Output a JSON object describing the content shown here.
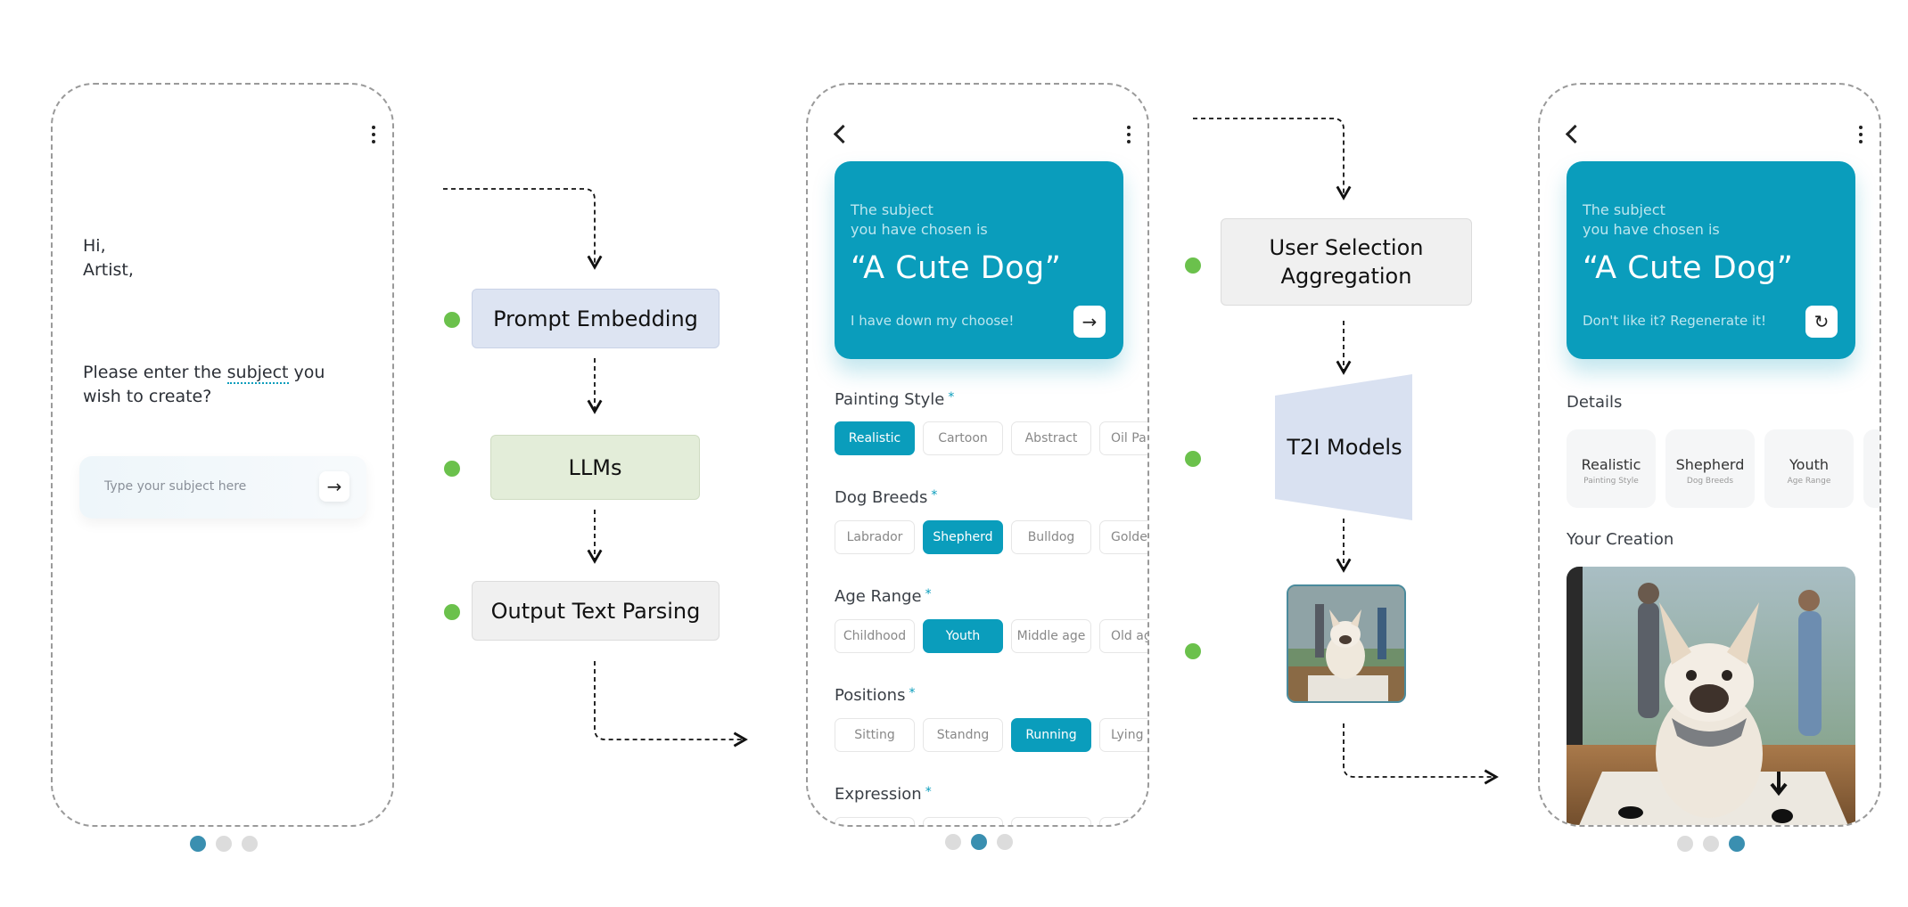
{
  "screen1": {
    "greeting_line1": "Hi,",
    "greeting_line2": "Artist,",
    "prompt_before": "Please enter the ",
    "prompt_keyword": "subject",
    "prompt_after": " you wish to create?",
    "input_placeholder": "Type your subject here",
    "send_icon": "→",
    "page_dots": 3,
    "active_dot": 1
  },
  "flow_left": {
    "step1": "Prompt Embedding",
    "step2": "LLMs",
    "step3": "Output Text Parsing"
  },
  "screen2": {
    "card_label": "The subject\nyou have chosen is",
    "subject": "“A Cute Dog”",
    "card_footer": "I have down my choose!",
    "card_button_icon": "→",
    "sections": [
      {
        "title": "Painting Style",
        "options": [
          "Realistic",
          "Cartoon",
          "Abstract",
          "Oil Painting"
        ],
        "selected": 0
      },
      {
        "title": "Dog Breeds",
        "options": [
          "Labrador",
          "Shepherd",
          "Bulldog",
          "Golden"
        ],
        "selected": 1
      },
      {
        "title": "Age Range",
        "options": [
          "Childhood",
          "Youth",
          "Middle age",
          "Old age"
        ],
        "selected": 1
      },
      {
        "title": "Positions",
        "options": [
          "Sitting",
          "Standng",
          "Running",
          "Lying down"
        ],
        "selected": 2
      },
      {
        "title": "Expression",
        "options": [],
        "selected": -1
      }
    ],
    "required_mark": "*",
    "active_dot": 2
  },
  "flow_right": {
    "step1": "User Selection Aggregation",
    "step2": "T2I Models"
  },
  "screen3": {
    "card_label": "The subject\nyou have chosen is",
    "subject": "“A Cute Dog”",
    "card_footer": "Don't like it? Regenerate it!",
    "regenerate_icon": "↻",
    "details_title": "Details",
    "details": [
      {
        "value": "Realistic",
        "key": "Painting Style"
      },
      {
        "value": "Shepherd",
        "key": "Dog Breeds"
      },
      {
        "value": "Youth",
        "key": "Age Range"
      }
    ],
    "creation_title": "Your Creation",
    "active_dot": 3
  },
  "colors": {
    "accent": "#0a9dbc",
    "flow_dot": "#6bc14c",
    "prompt_embedding_fill": "#dde4f2",
    "llms_fill": "#e3edd9",
    "parsing_fill": "#f0f0f0",
    "t2i_fill": "#d9e1f1"
  }
}
